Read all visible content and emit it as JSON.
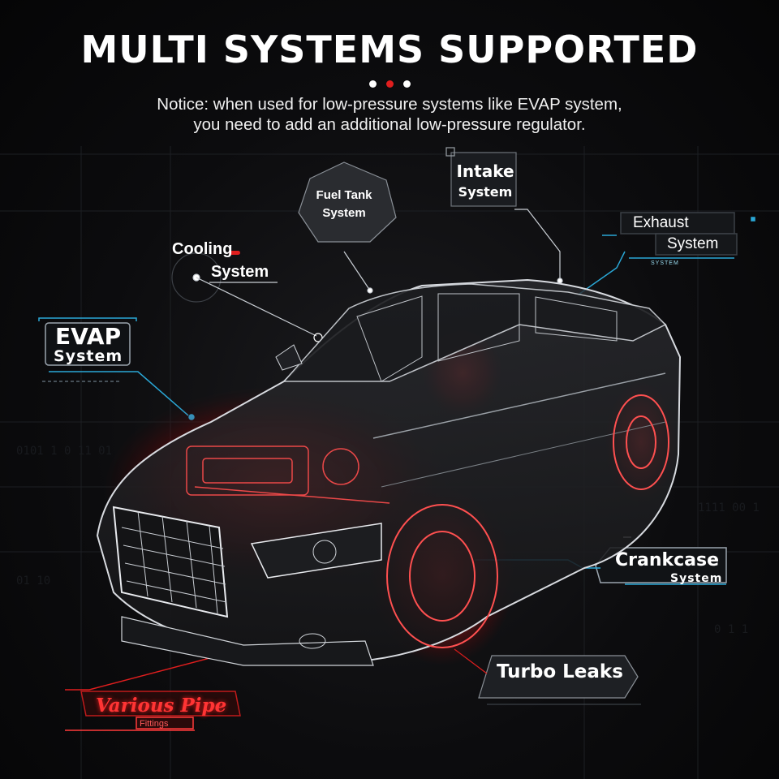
{
  "title": "MULTI SYSTEMS SUPPORTED",
  "notice": {
    "line1": "Notice: when used for low-pressure systems like EVAP system,",
    "line2": "you need to add an additional low-pressure regulator."
  },
  "labels": {
    "fuel_tank_line1": "Fuel Tank",
    "fuel_tank_line2": "System",
    "intake_line1": "Intake",
    "intake_line2": "System",
    "exhaust_line1": "Exhaust",
    "exhaust_line2": "System",
    "exhaust_small": "SYSTEM",
    "cooling_line1": "Cooling",
    "cooling_line2": "System",
    "evap_line1": "EVAP",
    "evap_line2": "System",
    "crankcase_line1": "Crankcase",
    "crankcase_line2": "System",
    "turbo": "Turbo Leaks",
    "pipe_line1": "Various Pipe",
    "pipe_line2": "Fittings"
  },
  "colors": {
    "accent_red": "#e01e1e",
    "accent_cyan": "#2aa7d6",
    "background": "#0c0c0e"
  },
  "icons": [
    "indicator-dots",
    "car-illustration",
    "callout-lines"
  ]
}
